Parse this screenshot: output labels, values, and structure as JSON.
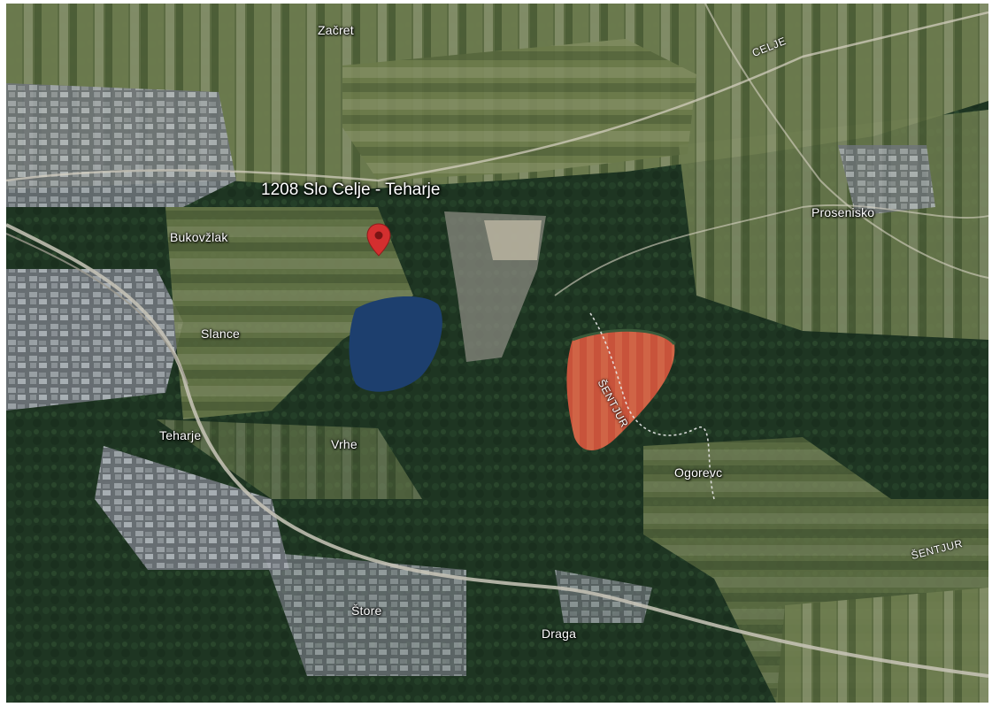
{
  "top_link": {
    "text": ""
  },
  "marker": {
    "title": "1208 Slo Celje - Teharje",
    "icon": "map-pin-icon",
    "color": "#d32f2f"
  },
  "places": {
    "zacret": "Začret",
    "bukovzlak": "Bukovžlak",
    "slance": "Slance",
    "teharje": "Teharje",
    "vrhe": "Vrhe",
    "proseniško": "Prosenisko",
    "ogorevc": "Ogorevc",
    "store": "Štore",
    "draga": "Draga"
  },
  "roads": {
    "celje": "CELJE",
    "sentjur_diag": "ŠENTJUR",
    "sentjur_right": "ŠENTJUR"
  },
  "colors": {
    "forest": "#1f3a24",
    "field_light": "#7a8a5a",
    "water": "#1d3f6e",
    "red_basin": "#c8533b",
    "urban": "#8a8f96"
  }
}
